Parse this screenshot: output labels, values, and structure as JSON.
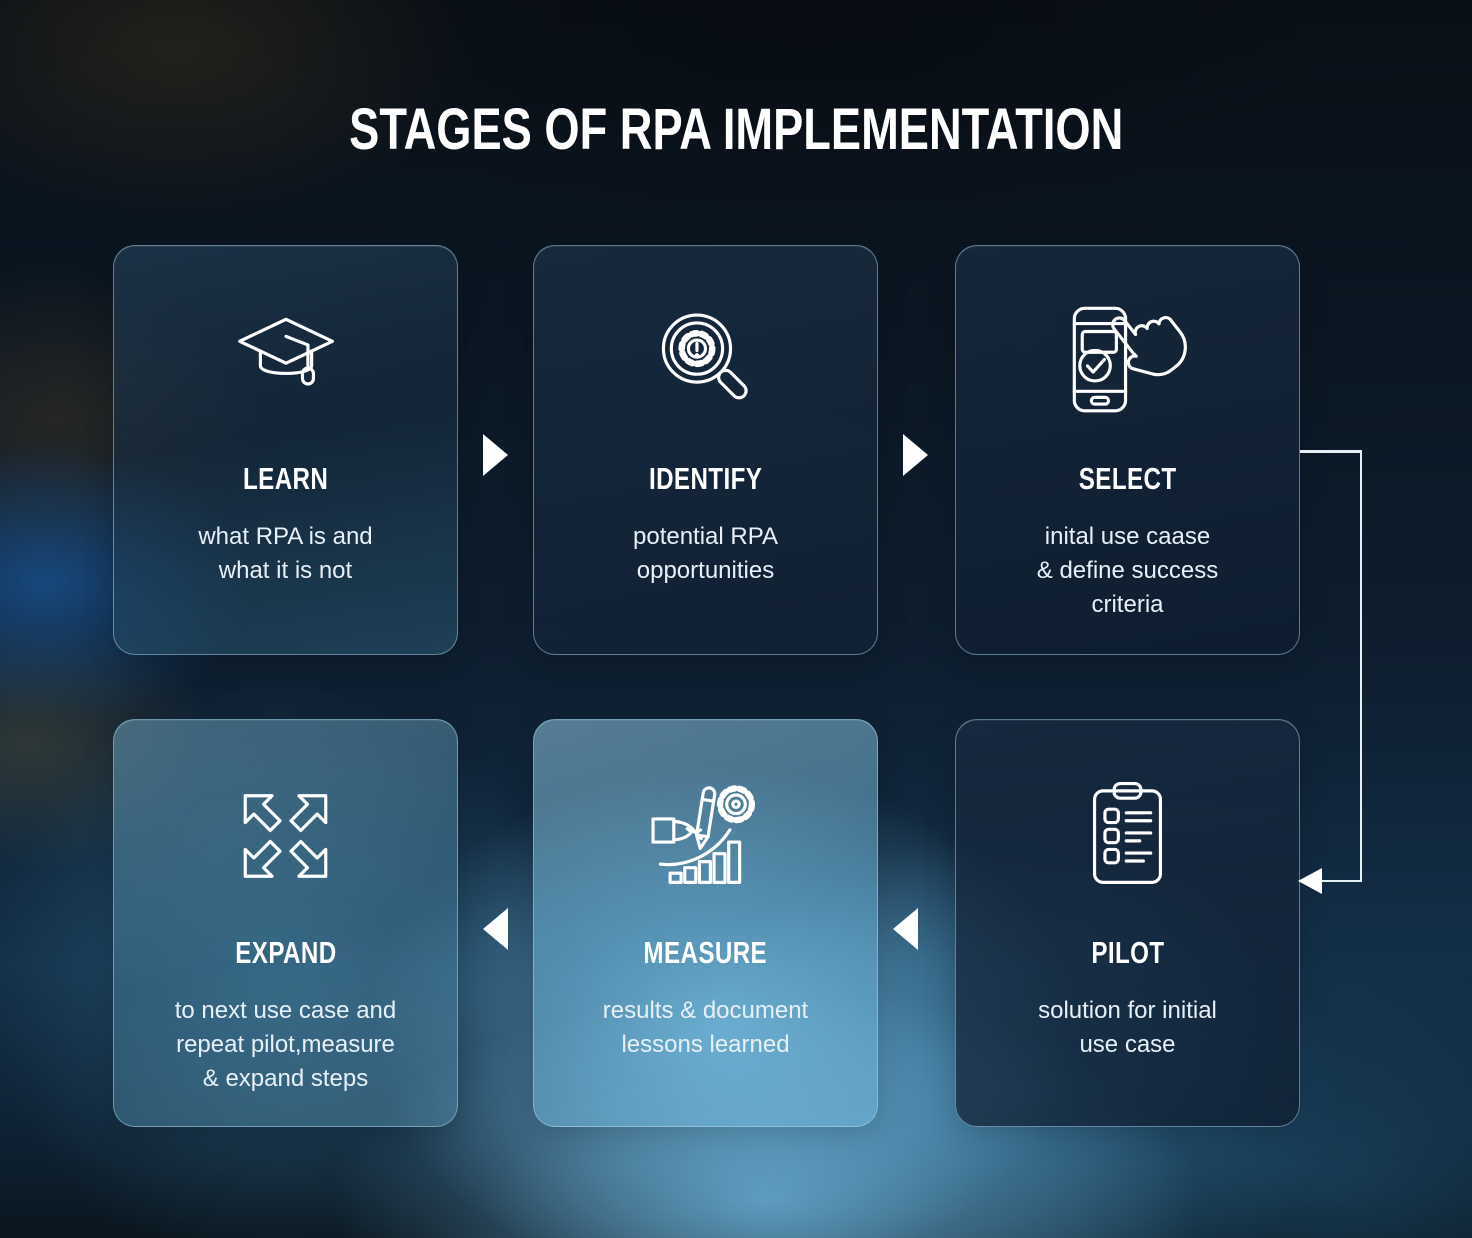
{
  "title": "STAGES OF RPA IMPLEMENTATION",
  "colors": {
    "accent_glow": "#6eb4dc",
    "background_navy": "#0e1f31",
    "card_border": "#a8d6ee",
    "text_primary": "#ffffff",
    "text_body": "#e8f0f7",
    "arrow": "#ffffff"
  },
  "cards": [
    {
      "id": "learn",
      "title": "LEARN",
      "description": "what RPA is and\nwhat it is not",
      "icon": "graduation-cap-icon"
    },
    {
      "id": "identify",
      "title": "IDENTIFY",
      "description": "potential RPA\nopportunities",
      "icon": "magnifier-gear-icon"
    },
    {
      "id": "select",
      "title": "SELECT",
      "description": "inital use caase\n& define success\ncriteria",
      "icon": "phone-tap-icon"
    },
    {
      "id": "expand",
      "title": "EXPAND",
      "description": "to next use case and\nrepeat pilot,measure\n& expand steps",
      "icon": "expand-arrows-icon"
    },
    {
      "id": "measure",
      "title": "MEASURE",
      "description": "results & document\nlessons learned",
      "icon": "measure-analytics-icon"
    },
    {
      "id": "pilot",
      "title": "PILOT",
      "description": "solution for initial\nuse case",
      "icon": "clipboard-checklist-icon"
    }
  ],
  "flow_arrows": [
    {
      "id": "learn-to-identify",
      "direction": "right"
    },
    {
      "id": "identify-to-select",
      "direction": "right"
    },
    {
      "id": "select-to-pilot",
      "direction": "down",
      "type": "elbow-connector"
    },
    {
      "id": "pilot-to-measure",
      "direction": "left"
    },
    {
      "id": "measure-to-expand",
      "direction": "left"
    }
  ]
}
